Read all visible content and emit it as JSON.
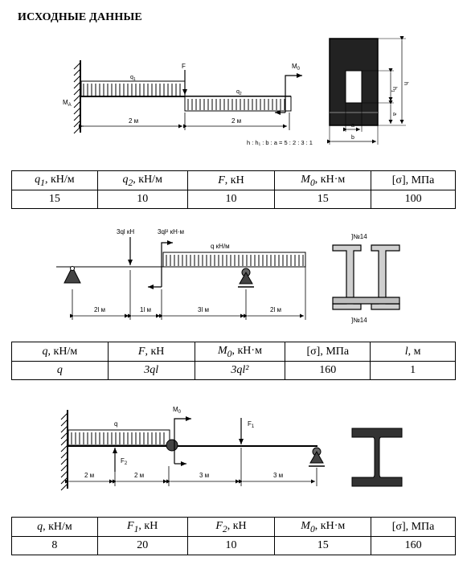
{
  "title": "ИСХОДНЫЕ ДАННЫЕ",
  "fig1": {
    "q1": "q",
    "q1_sub": "1",
    "q2": "q",
    "q2_sub": "2",
    "F": "F",
    "M0": "M",
    "M0_sub": "0",
    "MA": "M",
    "MA_sub": "A",
    "dim1": "2 м",
    "dim2": "2 м",
    "ratio": "h : h₁ : b : a = 5 : 2 : 3 : 1",
    "sec_a_top": "a",
    "sec_b": "b",
    "sec_h": "h",
    "sec_h1": "h",
    "sec_h1_sub": "1",
    "sec_a_side": "a"
  },
  "table1": {
    "headers": [
      {
        "sym": "q",
        "sub": "1",
        "rest": ", кН/м"
      },
      {
        "sym": "q",
        "sub": "2",
        "rest": ", кН/м"
      },
      {
        "sym": "F",
        "sub": "",
        "rest": ", кН"
      },
      {
        "sym": "M",
        "sub": "0",
        "rest": ", кН·м"
      },
      {
        "sym": "",
        "sub": "",
        "rest": "[σ], МПа"
      }
    ],
    "values": [
      "15",
      "10",
      "10",
      "15",
      "100"
    ]
  },
  "fig2": {
    "load1": "3ql кН",
    "load2": "3ql² кН·м",
    "q": "q кН/м",
    "dim1": "2l м",
    "dim2": "1l м",
    "dim3": "3l м",
    "dim4": "2l м",
    "profile_top": "]№14",
    "profile_bottom": "]№14"
  },
  "table2": {
    "headers": [
      {
        "sym": "q",
        "sub": "",
        "rest": ", кН/м"
      },
      {
        "sym": "F",
        "sub": "",
        "rest": ", кН"
      },
      {
        "sym": "M",
        "sub": "0",
        "rest": ", кН·м"
      },
      {
        "sym": "",
        "sub": "",
        "rest": "[σ], МПа"
      },
      {
        "sym": "l",
        "sub": "",
        "rest": ", м"
      }
    ],
    "values": [
      "q",
      "3ql",
      "3ql²",
      "160",
      "1"
    ]
  },
  "fig3": {
    "q": "q",
    "M0": "M",
    "M0_sub": "0",
    "F1": "F",
    "F1_sub": "1",
    "F2": "F",
    "F2_sub": "2",
    "dim1": "2 м",
    "dim2": "2 м",
    "dim3": "3 м",
    "dim4": "3 м"
  },
  "table3": {
    "headers": [
      {
        "sym": "q",
        "sub": "",
        "rest": ", кН/м"
      },
      {
        "sym": "F",
        "sub": "1",
        "rest": ", кН"
      },
      {
        "sym": "F",
        "sub": "2",
        "rest": ", кН"
      },
      {
        "sym": "M",
        "sub": "0",
        "rest": ", кН·м"
      },
      {
        "sym": "",
        "sub": "",
        "rest": "[σ], МПа"
      }
    ],
    "values": [
      "8",
      "20",
      "10",
      "15",
      "160"
    ]
  }
}
